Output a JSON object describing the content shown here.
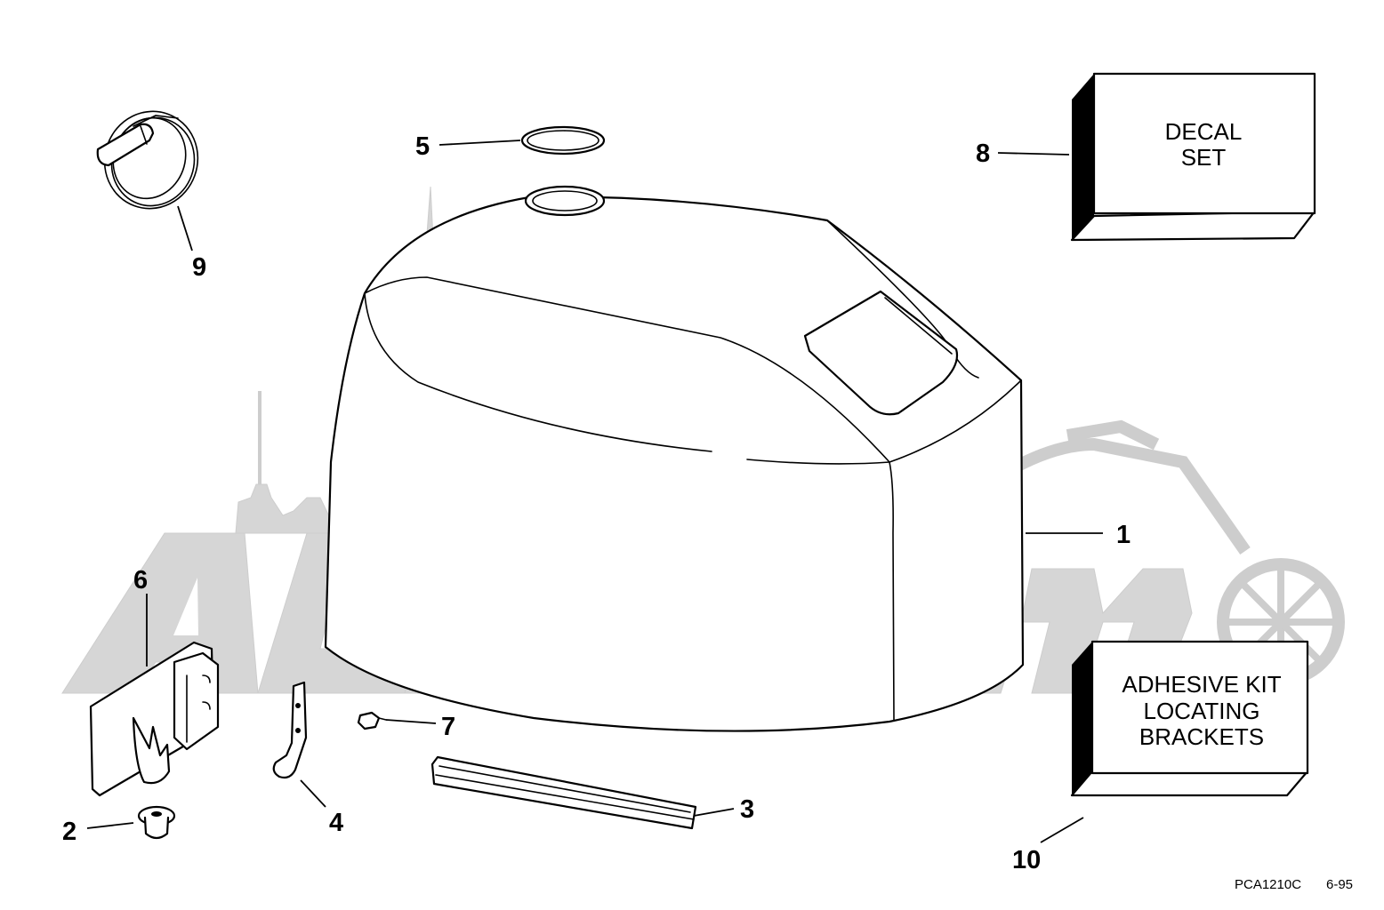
{
  "diagram": {
    "callouts": [
      "1",
      "2",
      "3",
      "4",
      "5",
      "6",
      "7",
      "8",
      "9",
      "10"
    ],
    "decal_box": {
      "line1": "DECAL",
      "line2": "SET"
    },
    "adhesive_box": {
      "line1": "ADHESIVE KIT",
      "line2": "LOCATING",
      "line3": "BRACKETS"
    },
    "reference_code": "PCA1210C",
    "date_code": "6-95"
  },
  "watermark": {
    "text": "AGHMoto",
    "color": "#d2d2d2"
  },
  "colors": {
    "ink": "#000000",
    "background": "#ffffff"
  }
}
